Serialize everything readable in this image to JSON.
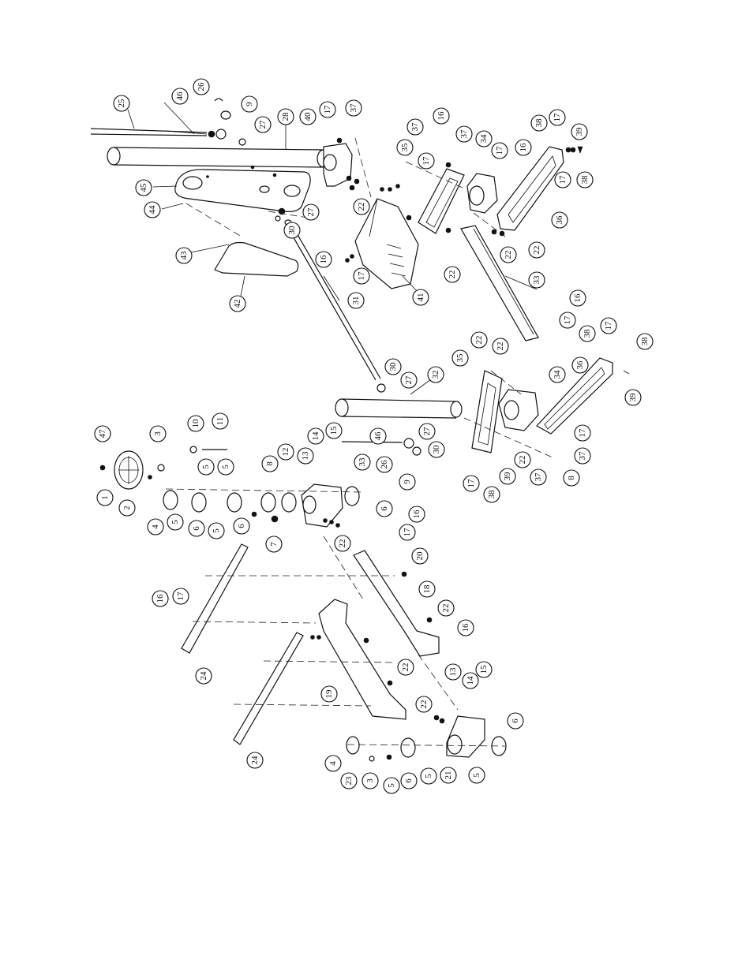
{
  "callouts": [
    {
      "id": "c25a",
      "label": "25"
    },
    {
      "id": "c46a",
      "label": "46"
    },
    {
      "id": "c26a",
      "label": "26"
    },
    {
      "id": "c9a",
      "label": "9"
    },
    {
      "id": "c27a",
      "label": "27"
    },
    {
      "id": "c28",
      "label": "28"
    },
    {
      "id": "c40",
      "label": "40"
    },
    {
      "id": "c17a",
      "label": "17"
    },
    {
      "id": "c37a",
      "label": "37"
    },
    {
      "id": "c37b",
      "label": "37"
    },
    {
      "id": "c16a",
      "label": "16"
    },
    {
      "id": "c35a",
      "label": "35"
    },
    {
      "id": "c17b",
      "label": "17"
    },
    {
      "id": "c37c",
      "label": "37"
    },
    {
      "id": "c34a",
      "label": "34"
    },
    {
      "id": "c17c",
      "label": "17"
    },
    {
      "id": "c16b",
      "label": "16"
    },
    {
      "id": "c38a",
      "label": "38"
    },
    {
      "id": "c17d",
      "label": "17"
    },
    {
      "id": "c39a",
      "label": "39"
    },
    {
      "id": "c38b",
      "label": "38"
    },
    {
      "id": "c17e",
      "label": "17"
    },
    {
      "id": "c36a",
      "label": "36"
    },
    {
      "id": "c45",
      "label": "45"
    },
    {
      "id": "c44",
      "label": "44"
    },
    {
      "id": "c27b",
      "label": "27"
    },
    {
      "id": "c30a",
      "label": "30"
    },
    {
      "id": "c22a",
      "label": "22"
    },
    {
      "id": "c22b",
      "label": "22"
    },
    {
      "id": "c22c",
      "label": "22"
    },
    {
      "id": "c22d",
      "label": "22"
    },
    {
      "id": "c43",
      "label": "43"
    },
    {
      "id": "c16c",
      "label": "16"
    },
    {
      "id": "c17f",
      "label": "17"
    },
    {
      "id": "c41",
      "label": "41"
    },
    {
      "id": "c33a",
      "label": "33"
    },
    {
      "id": "c42",
      "label": "42"
    },
    {
      "id": "c31",
      "label": "31"
    },
    {
      "id": "c16d",
      "label": "16"
    },
    {
      "id": "c17g",
      "label": "17"
    },
    {
      "id": "c38c",
      "label": "38"
    },
    {
      "id": "c17h",
      "label": "17"
    },
    {
      "id": "c38d",
      "label": "38"
    },
    {
      "id": "c35b",
      "label": "35"
    },
    {
      "id": "c22e",
      "label": "22"
    },
    {
      "id": "c22f",
      "label": "22"
    },
    {
      "id": "c34b",
      "label": "34"
    },
    {
      "id": "c36b",
      "label": "36"
    },
    {
      "id": "c39b",
      "label": "39"
    },
    {
      "id": "c30b",
      "label": "30"
    },
    {
      "id": "c27c",
      "label": "27"
    },
    {
      "id": "c32",
      "label": "32"
    },
    {
      "id": "c47",
      "label": "47"
    },
    {
      "id": "c3a",
      "label": "3"
    },
    {
      "id": "c10",
      "label": "10"
    },
    {
      "id": "c11",
      "label": "11"
    },
    {
      "id": "c14a",
      "label": "14"
    },
    {
      "id": "c15a",
      "label": "15"
    },
    {
      "id": "c12",
      "label": "12"
    },
    {
      "id": "c13a",
      "label": "13"
    },
    {
      "id": "c8a",
      "label": "8"
    },
    {
      "id": "c5a",
      "label": "5"
    },
    {
      "id": "c5b",
      "label": "5"
    },
    {
      "id": "c46b",
      "label": "46"
    },
    {
      "id": "c33b",
      "label": "33"
    },
    {
      "id": "c26b",
      "label": "26"
    },
    {
      "id": "c27d",
      "label": "27"
    },
    {
      "id": "c30c",
      "label": "30"
    },
    {
      "id": "c17i",
      "label": "17"
    },
    {
      "id": "c38e",
      "label": "38"
    },
    {
      "id": "c39c",
      "label": "39"
    },
    {
      "id": "c22g",
      "label": "22"
    },
    {
      "id": "c37d",
      "label": "37"
    },
    {
      "id": "c17j",
      "label": "17"
    },
    {
      "id": "c37e",
      "label": "37"
    },
    {
      "id": "c8b",
      "label": "8"
    },
    {
      "id": "c9b",
      "label": "9"
    },
    {
      "id": "c1",
      "label": "1"
    },
    {
      "id": "c2",
      "label": "2"
    },
    {
      "id": "c4a",
      "label": "4"
    },
    {
      "id": "c5c",
      "label": "5"
    },
    {
      "id": "c6a",
      "label": "6"
    },
    {
      "id": "c5d",
      "label": "5"
    },
    {
      "id": "c6b",
      "label": "6"
    },
    {
      "id": "c7",
      "label": "7"
    },
    {
      "id": "c6c",
      "label": "6"
    },
    {
      "id": "c22h",
      "label": "22"
    },
    {
      "id": "c16e",
      "label": "16"
    },
    {
      "id": "c17k",
      "label": "17"
    },
    {
      "id": "c20",
      "label": "20"
    },
    {
      "id": "c18",
      "label": "18"
    },
    {
      "id": "c16f",
      "label": "16"
    },
    {
      "id": "c17l",
      "label": "17"
    },
    {
      "id": "c22i",
      "label": "22"
    },
    {
      "id": "c16g",
      "label": "16"
    },
    {
      "id": "c24a",
      "label": "24"
    },
    {
      "id": "c22j",
      "label": "22"
    },
    {
      "id": "c19",
      "label": "19"
    },
    {
      "id": "c13b",
      "label": "13"
    },
    {
      "id": "c14b",
      "label": "14"
    },
    {
      "id": "c15b",
      "label": "15"
    },
    {
      "id": "c22k",
      "label": "22"
    },
    {
      "id": "c6d",
      "label": "6"
    },
    {
      "id": "c24b",
      "label": "24"
    },
    {
      "id": "c4b",
      "label": "4"
    },
    {
      "id": "c23",
      "label": "23"
    },
    {
      "id": "c3b",
      "label": "3"
    },
    {
      "id": "c5e",
      "label": "5"
    },
    {
      "id": "c6e",
      "label": "6"
    },
    {
      "id": "c5f",
      "label": "5"
    },
    {
      "id": "c21",
      "label": "21"
    },
    {
      "id": "c5g",
      "label": "5"
    }
  ]
}
